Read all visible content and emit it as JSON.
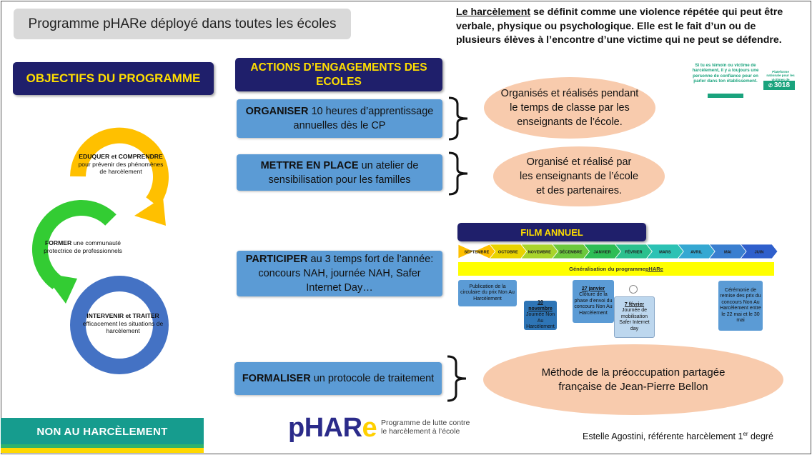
{
  "title": "Programme pHARe déployé dans toutes les écoles",
  "definition": {
    "term": "Le harcèlement",
    "text": " se définit comme une violence répétée qui peut être verbale, physique ou psychologique. Elle est le fait d’un ou de plusieurs élèves à l’encontre d’une victime qui ne peut se défendre."
  },
  "objectives": {
    "heading": "OBJECTIFS DU PROGRAMME",
    "items": [
      {
        "bold": "EDUQUER et COMPRENDRE",
        "rest": "pour prévenir des phénomènes de harcèlement",
        "color": "#ffc000"
      },
      {
        "bold": "FORMER",
        "rest": "une communauté protectrice de professionnels",
        "color": "#33cc33"
      },
      {
        "bold": "INTERVENIR et TRAITER",
        "rest": "efficacement les situations de harcèlement",
        "color": "#4472c4"
      }
    ]
  },
  "actions": {
    "heading": "ACTIONS D’ENGAGEMENTS DES ECOLES",
    "items": [
      {
        "bold": "ORGANISER",
        "rest": " 10 heures d’apprentissage annuelles dès le CP"
      },
      {
        "bold": "METTRE EN PLACE",
        "rest": " un atelier de sensibilisation pour les familles"
      },
      {
        "bold": "PARTICIPER",
        "rest": " au 3 temps fort de l’année: concours NAH, journée NAH, Safer Internet Day…"
      },
      {
        "bold": "FORMALISER",
        "rest": " un protocole de traitement"
      }
    ]
  },
  "details": [
    "Organisés et réalisés pendant le temps de classe par les enseignants de l’école.",
    "Organisé et réalisé par les enseignants de l’école et des partenaires.",
    "Méthode de la préoccupation partagée française de Jean-Pierre Bellon"
  ],
  "film": {
    "heading": "FILM ANNUEL",
    "months": [
      "SEPTEMBRE",
      "OCTOBRE",
      "NOVEMBRE",
      "DÉCEMBRE",
      "JANVIER",
      "FÉVRIER",
      "MARS",
      "AVRIL",
      "MAI",
      "JUIN"
    ],
    "month_colors": [
      "#ffc000",
      "#e9d300",
      "#a9d42c",
      "#6cc83c",
      "#2ebd55",
      "#2bc08d",
      "#2cc2b4",
      "#35a8d2",
      "#3a7fd0",
      "#2f5fcc"
    ],
    "generalisation_prefix": "Généralisation du programme ",
    "generalisation_name": "pHARe",
    "events": [
      {
        "date": "",
        "text": "Publication de la circulaire du prix Non Au Harcèlement"
      },
      {
        "date": "10 novembre",
        "text": "Journée Non Au Harcèlement"
      },
      {
        "date": "27 janvier",
        "text": "Clôture de la phase d’envoi du concours Non Au Harcèlement"
      },
      {
        "date": "7 février",
        "text": "Journée de mobilisation Safer Internet day"
      },
      {
        "date": "",
        "text": "Cérémonie de remise des prix du concours Non Au Harcèlement entre le 22 mai et le 30 mai"
      }
    ]
  },
  "poster": {
    "message": "Si tu es témoin ou victime de harcèlement, il y a toujours une personne de confiance pour en parler dans ton établissement.",
    "platform": "Plateforme nationale pour les victimes de harcèlement",
    "number": "3018"
  },
  "banner": "NON AU HARCÈLEMENT",
  "logo": {
    "main": "pHAR",
    "accent": "e",
    "tagline_line1": "Programme de lutte contre",
    "tagline_line2": "le harcèlement à l’école"
  },
  "footer": {
    "prefix": "Estelle Agostini, référente harcèlement 1",
    "superscript": "er",
    "suffix": " degré"
  }
}
